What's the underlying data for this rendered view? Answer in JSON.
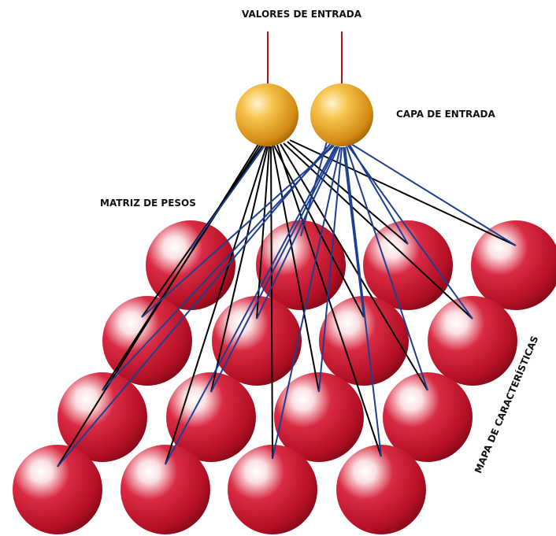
{
  "labels": {
    "input_values": "VALORES DE ENTRADA",
    "input_layer": "CAPA DE ENTRADA",
    "weight_matrix": "MATRIZ DE PESOS",
    "feature_map": "MAPA DE CARACTERÍSTICAS"
  },
  "colors": {
    "input_neuron": "#e8a320",
    "map_neuron": "#c8102e",
    "arrow": "#b5121b",
    "connection_black": "#000000",
    "connection_blue": "#1d3f8f"
  },
  "input_neurons": 2,
  "feature_map_grid": "4x4"
}
